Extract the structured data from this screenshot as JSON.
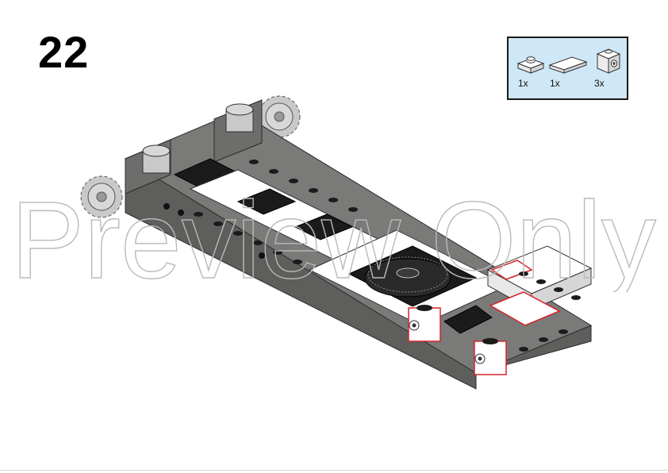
{
  "step": {
    "number": "22"
  },
  "parts_list": {
    "items": [
      {
        "icon": "plate-1x1-icon",
        "qty": "1x"
      },
      {
        "icon": "tile-1x2-icon",
        "qty": "1x"
      },
      {
        "icon": "brick-1x1-stud-side-icon",
        "qty": "3x"
      }
    ]
  },
  "watermark": {
    "text": "Preview Only"
  },
  "colors": {
    "dark_gray": "#6b6b69",
    "light_gray": "#c9c9c9",
    "black": "#1b1b1b",
    "white": "#ffffff",
    "callout_red": "#d6242a",
    "parts_bg": "#cfe8f7"
  }
}
